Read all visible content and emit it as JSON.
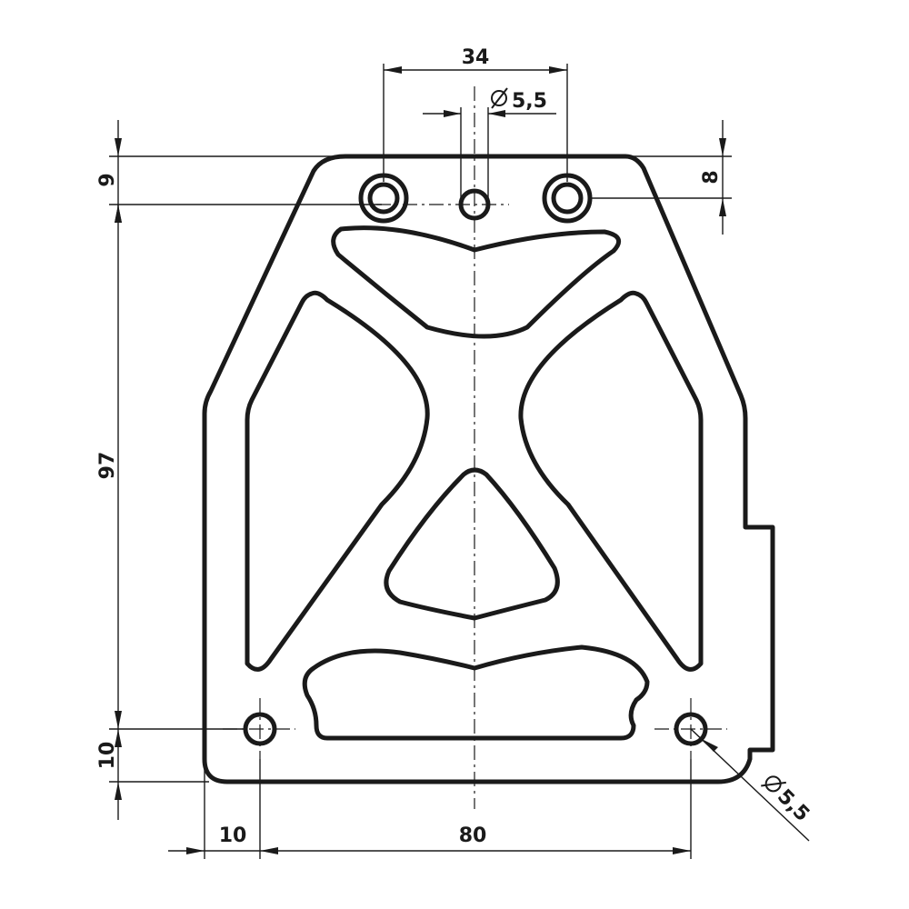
{
  "dimensions": {
    "top_width": "34",
    "top_hole": "5,5",
    "left_top_offset": "9",
    "right_top_offset": "8",
    "left_height": "97",
    "left_bottom_offset": "10",
    "bottom_edge_offset": "10",
    "bottom_hole_spacing": "80",
    "bottom_hole": "5,5",
    "diameter_symbol": "∅"
  }
}
